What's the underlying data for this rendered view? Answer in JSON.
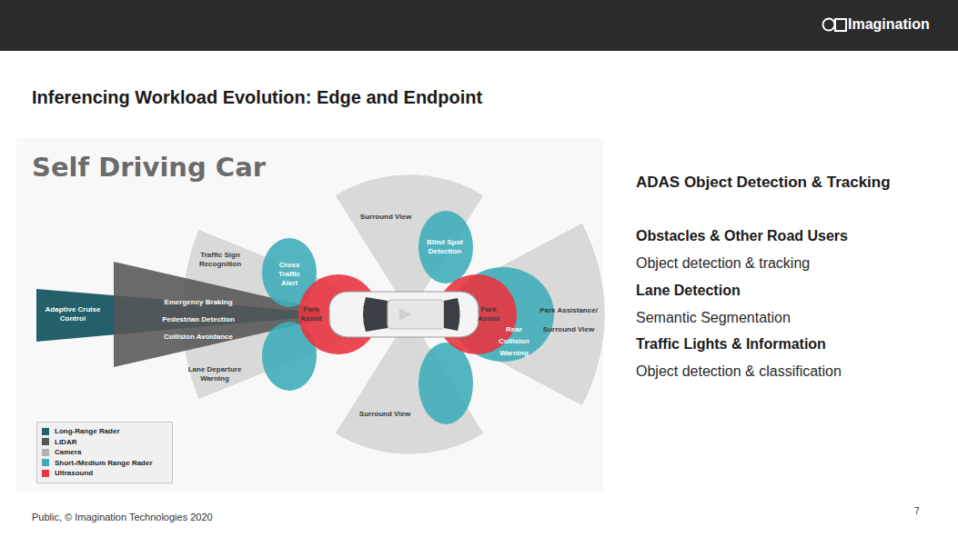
{
  "diagram": {
    "title": "Inferencing Workload Evolution: Edge and Endpoint",
    "nodes": [
      {
        "text": [
          "Surround View"
        ]
      },
      {
        "text": [
          "Traffic Sign Recognition"
        ]
      },
      {
        "text": [
          "Cross Traffic Alert"
        ]
      },
      {
        "text": [
          "Blind Spot Detection"
        ]
      },
      {
        "text": [
          "Adaptive Cruise Control"
        ]
      },
      {
        "text": [
          "Emergency Braking",
          "Pedestrian Detection",
          "Collision Avoidance"
        ]
      },
      {
        "text": [
          "Park Assist"
        ]
      },
      {
        "text": [
          "Park Assist"
        ]
      },
      {
        "text": [
          "Park Assistance/ Surround View"
        ]
      },
      {
        "text": [
          "Rear Collision Warning"
        ]
      },
      {
        "text": [
          "Lane Departure Warning"
        ]
      },
      {
        "text": [
          "Surround View"
        ]
      }
    ],
    "labels": [
      "Imagination",
      "Self Driving Car",
      "ADAS Object Detection & Tracking",
      "Obstacles & Other Road Users",
      "Object detection & tracking",
      "Lane Detection",
      "Semantic Segmentation",
      "Traffic Lights & Information",
      "Object detection & classification",
      "Public, © Imagination Technologies 2020",
      "7"
    ],
    "legend": [
      {
        "text": "Long-Range Rader",
        "color": "#23606b"
      },
      {
        "text": "LIDAR",
        "color": "#555555"
      },
      {
        "text": "Camera",
        "color": "#b3b3b3"
      },
      {
        "text": "Short-/Medium Range Rader",
        "color": "#3fadb8"
      },
      {
        "text": "Ultrasound",
        "color": "#e8343f"
      }
    ]
  }
}
